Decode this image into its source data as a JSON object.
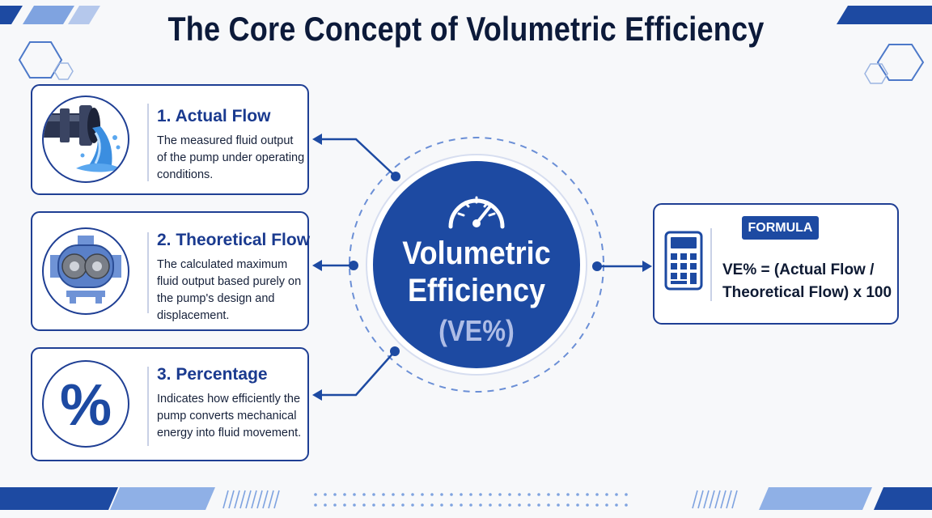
{
  "title": "The Core Concept of Volumetric Efficiency",
  "cards": [
    {
      "heading": "1. Actual Flow",
      "description": "The measured fluid output of the pump under operating conditions.",
      "icon": "pipe-water-outflow-icon"
    },
    {
      "heading": "2. Theoretical Flow",
      "description": "The calculated maximum fluid output based purely on the pump's design and displacement.",
      "icon": "gear-pump-icon"
    },
    {
      "heading": "3. Percentage",
      "description": "Indicates how efficiently the pump converts mechanical energy into fluid movement.",
      "icon": "percent-icon"
    }
  ],
  "center": {
    "line1": "Volumetric",
    "line2": "Efficiency",
    "line3": "(VE%)",
    "icon": "gauge-icon"
  },
  "formula": {
    "badge": "FORMULA",
    "line1": "VE% = (Actual Flow /",
    "line2": "Theoretical Flow) x 100",
    "icon": "calculator-icon"
  },
  "colors": {
    "primary": "#1d4aa2",
    "border": "#1f3f94",
    "accent_light": "#7fa3e0",
    "text_dark": "#0e1a33"
  }
}
